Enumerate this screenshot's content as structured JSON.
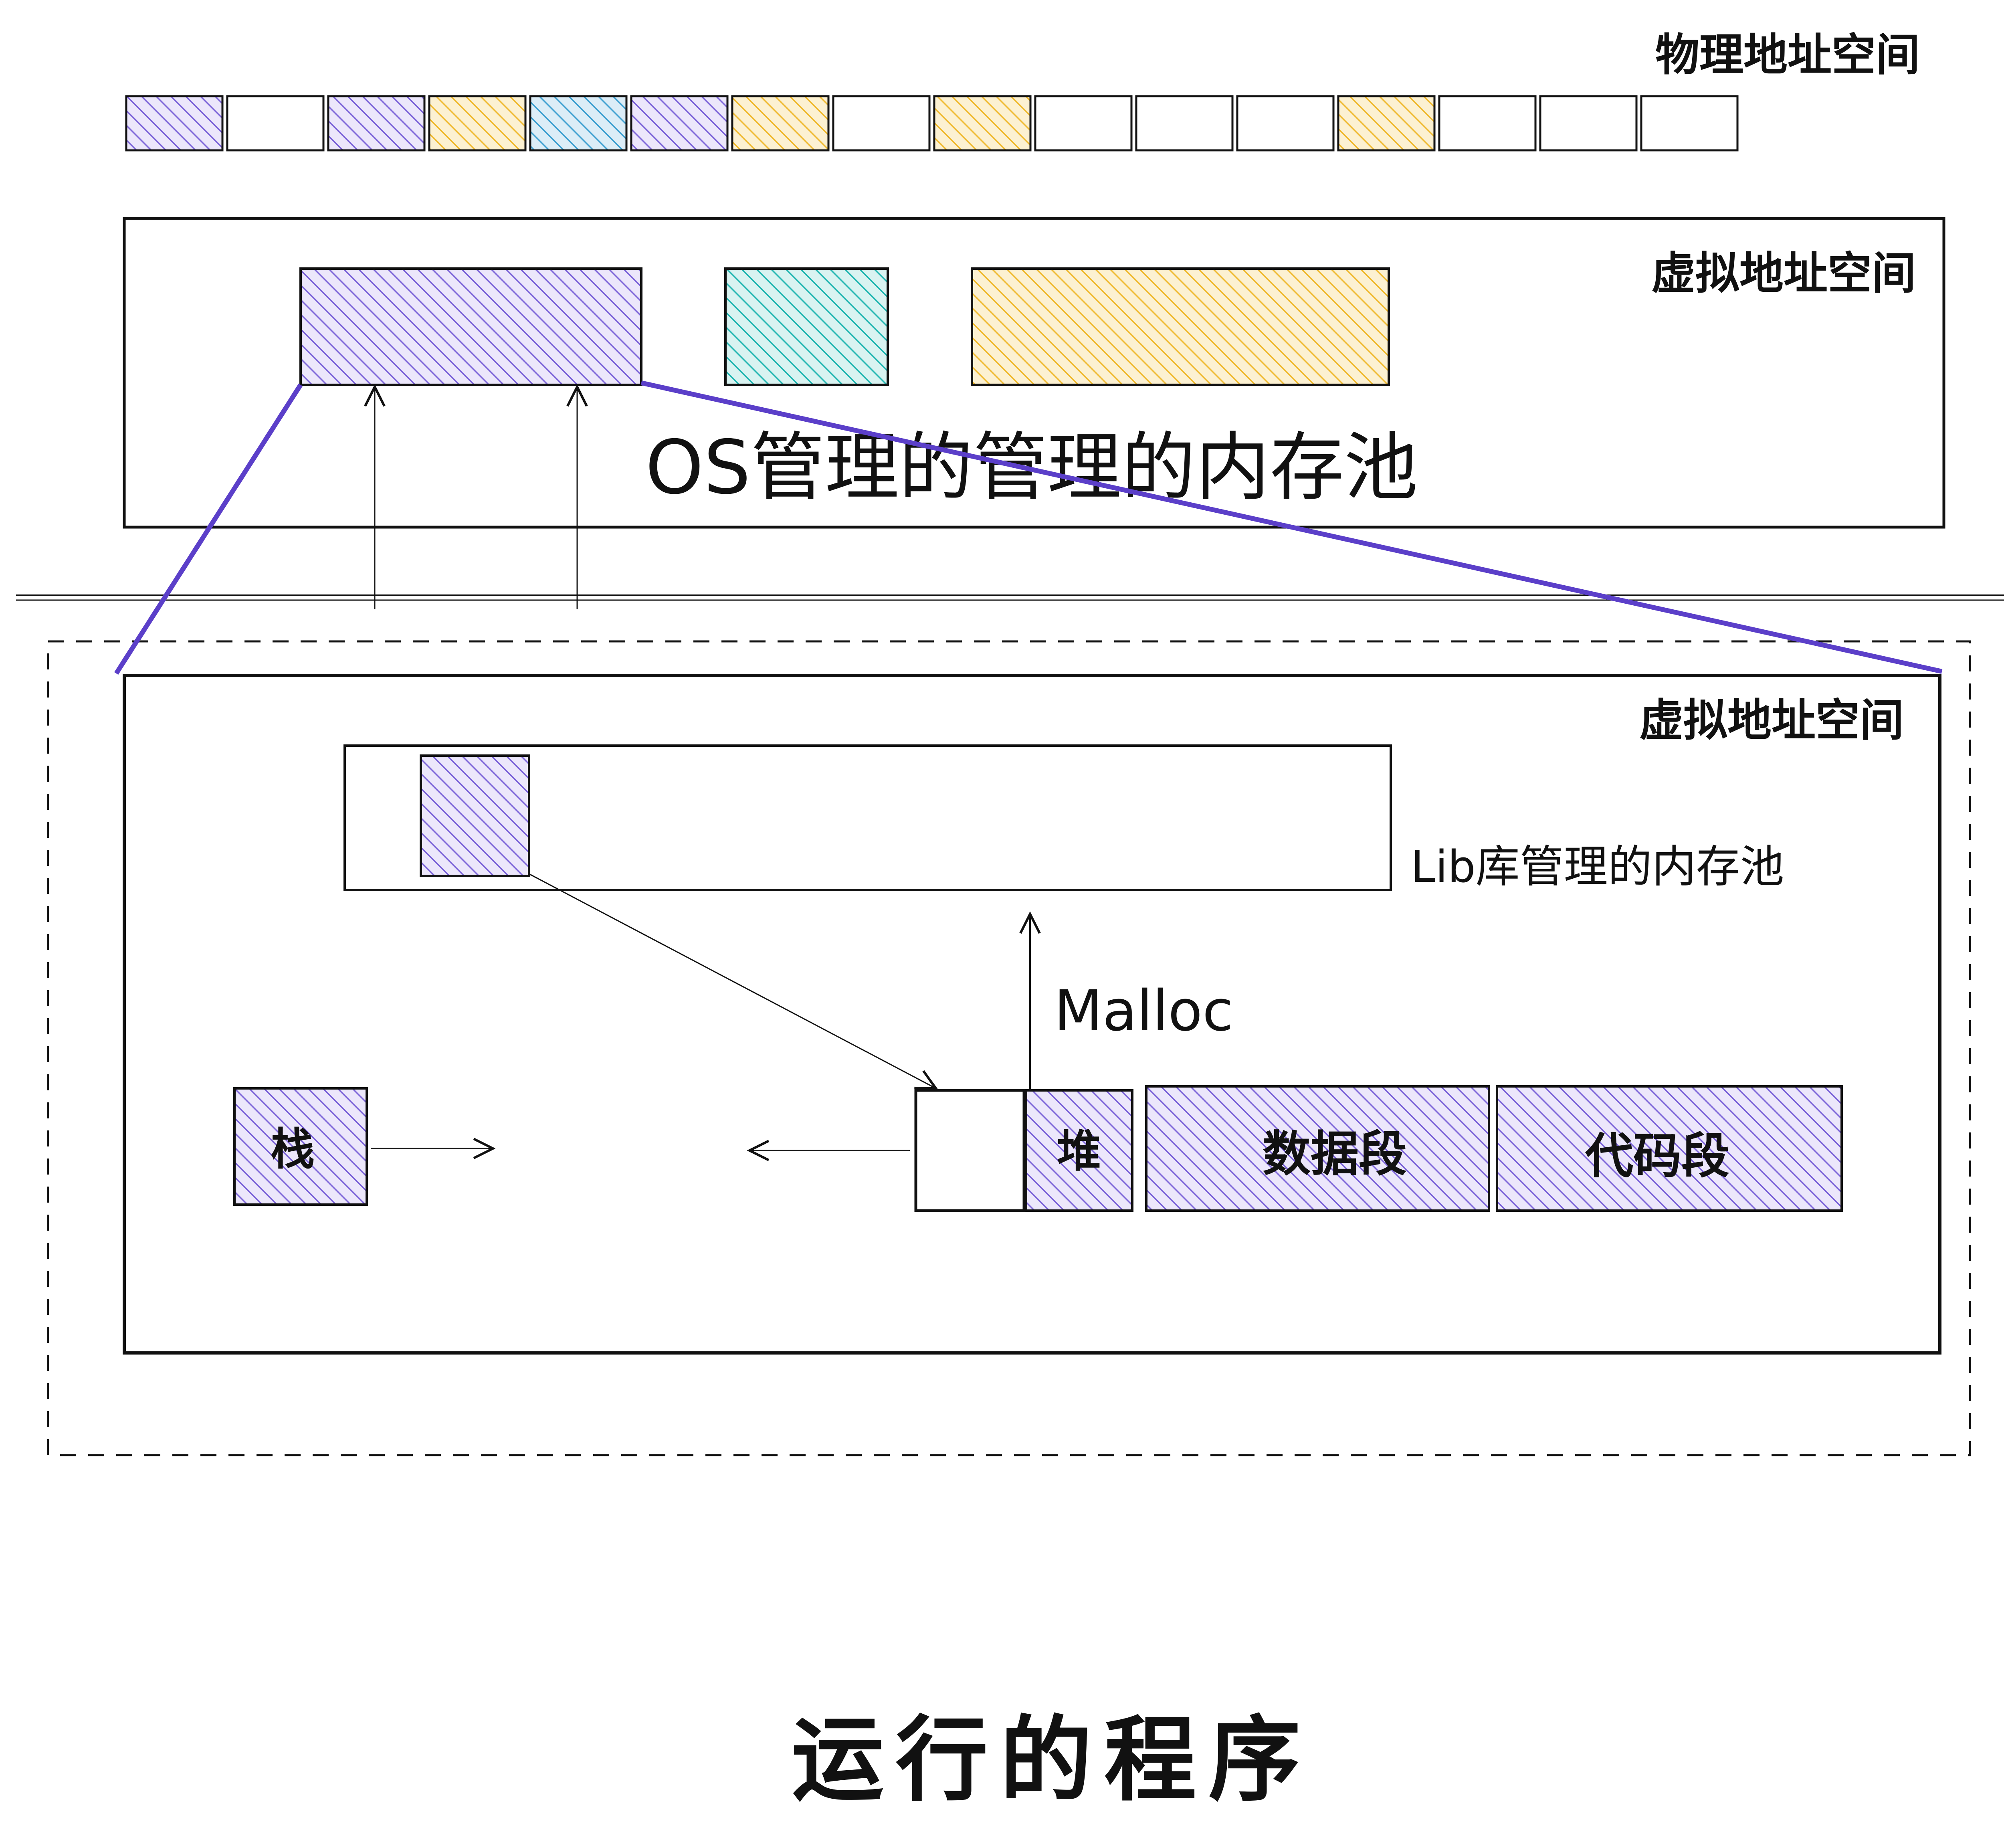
{
  "labels": {
    "physical_space": "物理地址空间",
    "os_virtual_space": "虚拟地址空间",
    "os_pool": "OS管理的管理的内存池",
    "process_virtual_space": "虚拟地址空间",
    "lib_pool": "Lib库管理的内存池",
    "malloc": "Malloc",
    "stack": "栈",
    "heap": "堆",
    "data_segment": "数据段",
    "code_segment": "代码段",
    "running_program": "运行的程序"
  },
  "physical_pages": [
    "purple",
    "empty",
    "purple",
    "yellow",
    "blue",
    "purple",
    "yellow",
    "empty",
    "yellow",
    "empty",
    "empty",
    "empty",
    "yellow",
    "empty",
    "empty",
    "empty"
  ],
  "colors": {
    "purple": "#7b63d8",
    "yellow": "#efb92e",
    "blue": "#3c9fd0",
    "teal": "#1fb5b0",
    "stroke": "#111111",
    "connector": "#5b3fc9"
  }
}
